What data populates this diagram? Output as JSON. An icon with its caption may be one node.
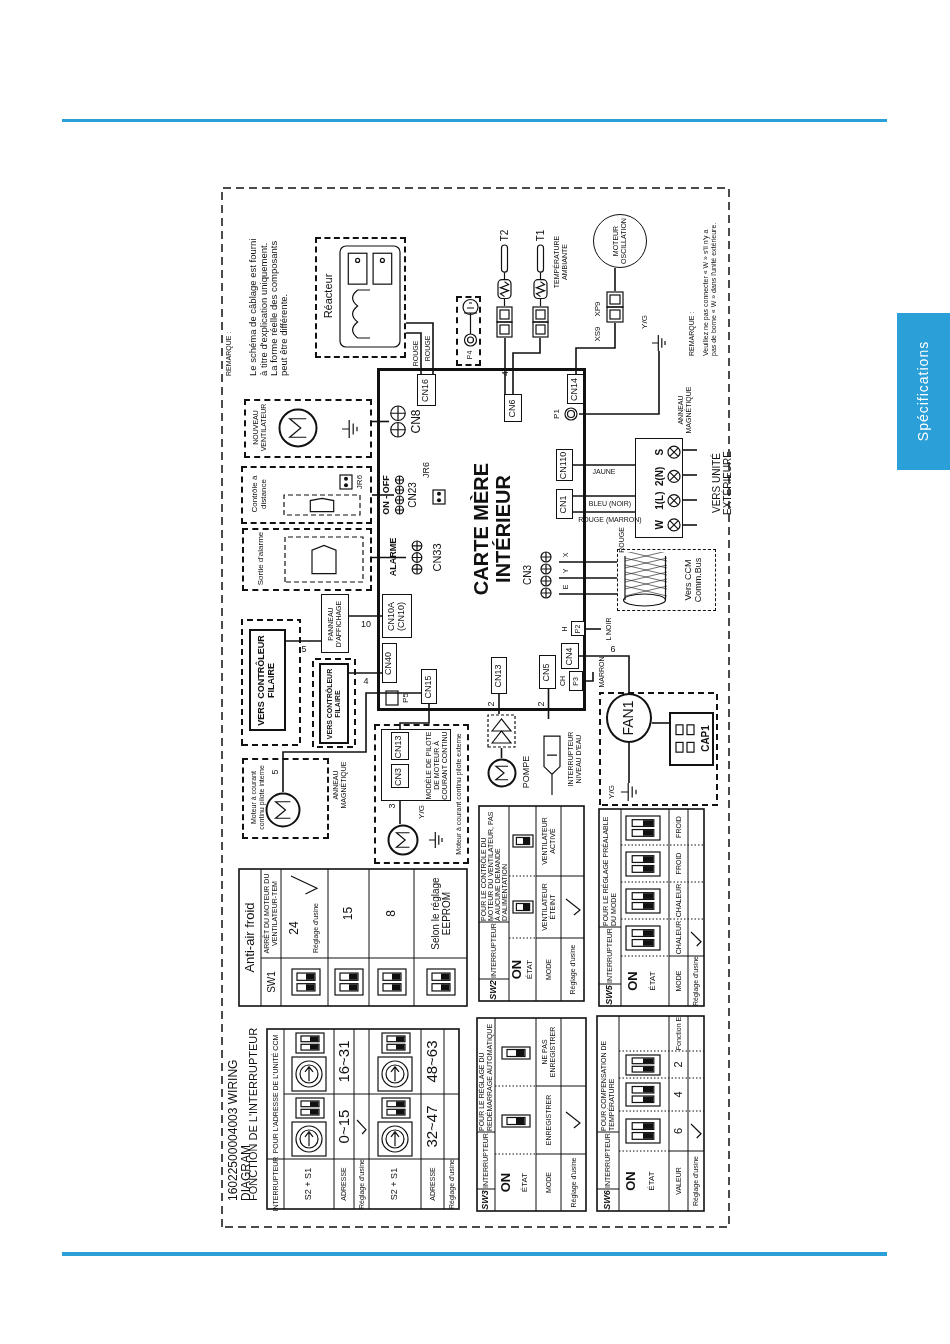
{
  "diagram": {
    "nodes": [
      {
        "text": [
          "CARTE MÈRE INTÉRIEUR"
        ]
      },
      {
        "text": [
          "CN16"
        ],
        "in": 0
      },
      {
        "text": [
          "CN6"
        ],
        "in": 0
      },
      {
        "text": [
          "CN14"
        ],
        "in": 0
      },
      {
        "text": [
          "P1"
        ],
        "in": 0
      },
      {
        "text": [
          "CN110"
        ],
        "in": 0
      },
      {
        "text": [
          "CN1"
        ],
        "in": 0
      },
      {
        "text": [
          "CN3"
        ],
        "in": 0,
        "beside": [
          "E",
          "Y",
          "X"
        ]
      },
      {
        "text": [
          "P2"
        ],
        "in": 0,
        "beside": [
          "H"
        ]
      },
      {
        "text": [
          "CN4"
        ],
        "in": 0
      },
      {
        "text": [
          "P3"
        ],
        "in": 0,
        "beside": [
          "CH"
        ]
      },
      {
        "text": [
          "CN5"
        ],
        "in": 0
      },
      {
        "text": [
          "CN13"
        ],
        "in": 0
      },
      {
        "text": [
          "CN15"
        ],
        "in": 0
      },
      {
        "text": [
          "P5"
        ],
        "in": 0
      },
      {
        "text": [
          "CN40"
        ],
        "in": 0
      },
      {
        "text": [
          "CN10A (CN10)"
        ],
        "in": 0
      },
      {
        "text": [
          "CN33"
        ],
        "in": 0,
        "beside": [
          "ALARME"
        ]
      },
      {
        "text": [
          "CN23"
        ],
        "in": 0,
        "beside": [
          "ON - OFF"
        ]
      },
      {
        "text": [
          "JR6"
        ],
        "in": 0
      },
      {
        "text": [
          "CN8"
        ],
        "in": 0
      },
      {
        "text": [
          "Réacteur"
        ]
      },
      {
        "text": [
          "P4"
        ]
      },
      {
        "text": [
          "T2"
        ]
      },
      {
        "text": [
          "T1"
        ],
        "beside": [
          "TEMPÉRATURE AMBIANTE"
        ]
      },
      {
        "text": [
          "MOTEUR OSCILLATION"
        ]
      },
      {
        "text": [],
        "shape": "box",
        "beside": [
          "XP9",
          "XS9"
        ]
      },
      {
        "text": [],
        "shape": "ground",
        "beside": [
          "Y/G"
        ]
      },
      {
        "text": [
          "W",
          "1(L)",
          "2(N)",
          "S"
        ]
      },
      {
        "text": [
          "Vers CCM Comm.Bus"
        ]
      },
      {
        "text": [
          "FAN1"
        ]
      },
      {
        "text": [
          "CAP1"
        ]
      },
      {
        "text": [],
        "shape": "ground",
        "beside": [
          "Y/G"
        ]
      },
      {
        "text": [
          "INTERRUPTEUR NIVEAU D'EAU"
        ]
      },
      {
        "text": [],
        "shape": "circle",
        "beside": [
          "POMPE"
        ]
      },
      {
        "text": [],
        "shape": "box"
      },
      {
        "text": [
          "Moteur à courant continu pilote externe"
        ]
      },
      {
        "text": [
          "MODÈLE DE PILOTE DE MOTEUR À COURANT CONTINU"
        ],
        "in": 36
      },
      {
        "text": [
          "CN13"
        ],
        "in": 37
      },
      {
        "text": [
          "CN3"
        ],
        "in": 37
      },
      {
        "text": [],
        "shape": "circle",
        "in": 36,
        "beside": [
          "Y/G"
        ]
      },
      {
        "text": [
          "Moteur à courant continu pilote interne"
        ]
      },
      {
        "text": [],
        "shape": "circle",
        "in": 41
      },
      {
        "text": [
          "VERS CONTRÔLEUR FILAIRE"
        ]
      },
      {
        "text": [
          "VERS CONTRÔLEUR FILAIRE"
        ]
      },
      {
        "text": [
          "PANNEAU D'AFFICHAGE"
        ]
      },
      {
        "text": [
          "Sortie d'alarme"
        ]
      },
      {
        "text": [
          "Contrôle à distance"
        ]
      },
      {
        "text": [
          "NOUVEAU VENTILATEUR"
        ]
      },
      {
        "text": [
          "JR6"
        ],
        "in": 47
      }
    ],
    "edges": [
      {
        "from": 1,
        "to": 21,
        "arrow": "none",
        "label": "ROUGE"
      },
      {
        "from": 1,
        "to": 21,
        "arrow": "none",
        "label": "ROUGE"
      },
      {
        "from": 23,
        "to": 2,
        "arrow": "none"
      },
      {
        "from": 24,
        "to": 2,
        "arrow": "none",
        "label": "4"
      },
      {
        "from": 3,
        "to": 26,
        "arrow": "none"
      },
      {
        "from": 26,
        "to": 25,
        "arrow": "none"
      },
      {
        "from": 4,
        "to": 27,
        "arrow": "none"
      },
      {
        "from": 5,
        "to": 28,
        "arrow": "none",
        "label": "JAUNE"
      },
      {
        "from": 6,
        "to": 28,
        "arrow": "none",
        "label": "BLEU (NOIR)"
      },
      {
        "from": 6,
        "to": 28,
        "arrow": "none",
        "label": "ROUGE (MARRON)"
      },
      {
        "from": 28,
        "to": null,
        "arrow": "none"
      },
      {
        "from": 28,
        "to": null,
        "arrow": "none"
      },
      {
        "from": 28,
        "to": null,
        "arrow": "none"
      },
      {
        "from": 28,
        "to": null,
        "arrow": "none"
      },
      {
        "from": 7,
        "to": 29,
        "arrow": "none"
      },
      {
        "from": 7,
        "to": 29,
        "arrow": "none"
      },
      {
        "from": 7,
        "to": 29,
        "arrow": "none"
      },
      {
        "from": 9,
        "to": 30,
        "arrow": "none",
        "label": "6"
      },
      {
        "from": 30,
        "to": 31,
        "arrow": "none"
      },
      {
        "from": 30,
        "to": 32,
        "arrow": "none"
      },
      {
        "from": 11,
        "to": 33,
        "arrow": "none",
        "label": "2"
      },
      {
        "from": 12,
        "to": 35,
        "arrow": "none",
        "label": "2"
      },
      {
        "from": 35,
        "to": 34,
        "arrow": "none"
      },
      {
        "from": 13,
        "to": 38,
        "arrow": "none"
      },
      {
        "from": 39,
        "to": 40,
        "arrow": "none",
        "label": "3"
      },
      {
        "from": 42,
        "to": 13,
        "arrow": "none",
        "label": "5"
      },
      {
        "from": 44,
        "to": 15,
        "arrow": "none",
        "label": "4"
      },
      {
        "from": 43,
        "to": 45,
        "arrow": "none",
        "label": "5"
      },
      {
        "from": 45,
        "to": 16,
        "arrow": "none",
        "label": "10"
      },
      {
        "from": 46,
        "to": 17,
        "arrow": "none"
      },
      {
        "from": 47,
        "to": 18,
        "arrow": "none"
      },
      {
        "from": 48,
        "to": 20,
        "arrow": "none"
      },
      {
        "from": 8,
        "to": null,
        "arrow": "none",
        "label": "L NOIR"
      },
      {
        "from": 10,
        "to": null,
        "arrow": "none",
        "label": "MARRON"
      }
    ],
    "labels": [
      "REMARQUE :",
      "Le schéma de câblage est fourni à titre d'explication uniquement. La forme réelle des composants peut être différente.",
      "REMARQUE :",
      "Veuillez ne pas connecter « W » s'il n'y a pas de borne « W » dans l'unité extérieure.",
      "ANNEAU MAGNÉTIQUE",
      "VERS UNITÉ EXTÉRIEURE",
      "ANNEAU MAGNÉTIQUE",
      "Spécifications",
      "16022500004003  WIRING DIAGRAM",
      "FONCTION DE L'INTERRUPTEUR",
      "INTERRUPTEUR",
      "POUR L'ADRESSE DE L'UNITÉ CCM",
      "S2 + S1",
      "ADRESSE",
      "0~15",
      "16~31",
      "Réglage d'usine",
      "S2 + S1",
      "ADRESSE",
      "32~47",
      "48~63",
      "Réglage d'usine",
      "Anti-air froid",
      "SW1",
      "ARRÊT DU MOTEUR DU VENTILATEUR-TEM",
      "24",
      "Réglage d'usine",
      "15",
      "8",
      "Selon le réglage EEPROM",
      "SW3",
      "INTERRUPTEUR",
      "POUR LE RÉGLAGE DU REDÉMARRAGE AUTOMATIQUE",
      "ON",
      "ÉTAT",
      "MODE",
      "ENREGISTRER",
      "NE PAS ENREGISTRER",
      "Réglage d'usine",
      "SW2",
      "INTERRUPTEUR",
      "POUR LE CONTRÔLE DU MOTEUR DU VENTILATEUR, PAS À AUCUNE DEMANDE D'ALIMENTATION",
      "ON",
      "ÉTAT",
      "MODE",
      "VENTILATEUR ÉTEINT",
      "VENTILATEUR ACTIVÉ",
      "Réglage d'usine",
      "SW6",
      "INTERRUPTEUR",
      "POUR COMPENSATION DE TEMPÉRATURE",
      "ON",
      "ÉTAT",
      "VALEUR",
      "6",
      "4",
      "2",
      "Fonction E",
      "Réglage d'usine",
      "SW5",
      "INTERRUPTEUR",
      "POUR LE RÉGLAGE PRÉALABLE DU MODE",
      "ON",
      "ÉTAT",
      "MODE",
      "CHALEUR",
      "CHALEUR",
      "FROID",
      "FROID",
      "Réglage d'usine",
      "ROUGE"
    ]
  }
}
